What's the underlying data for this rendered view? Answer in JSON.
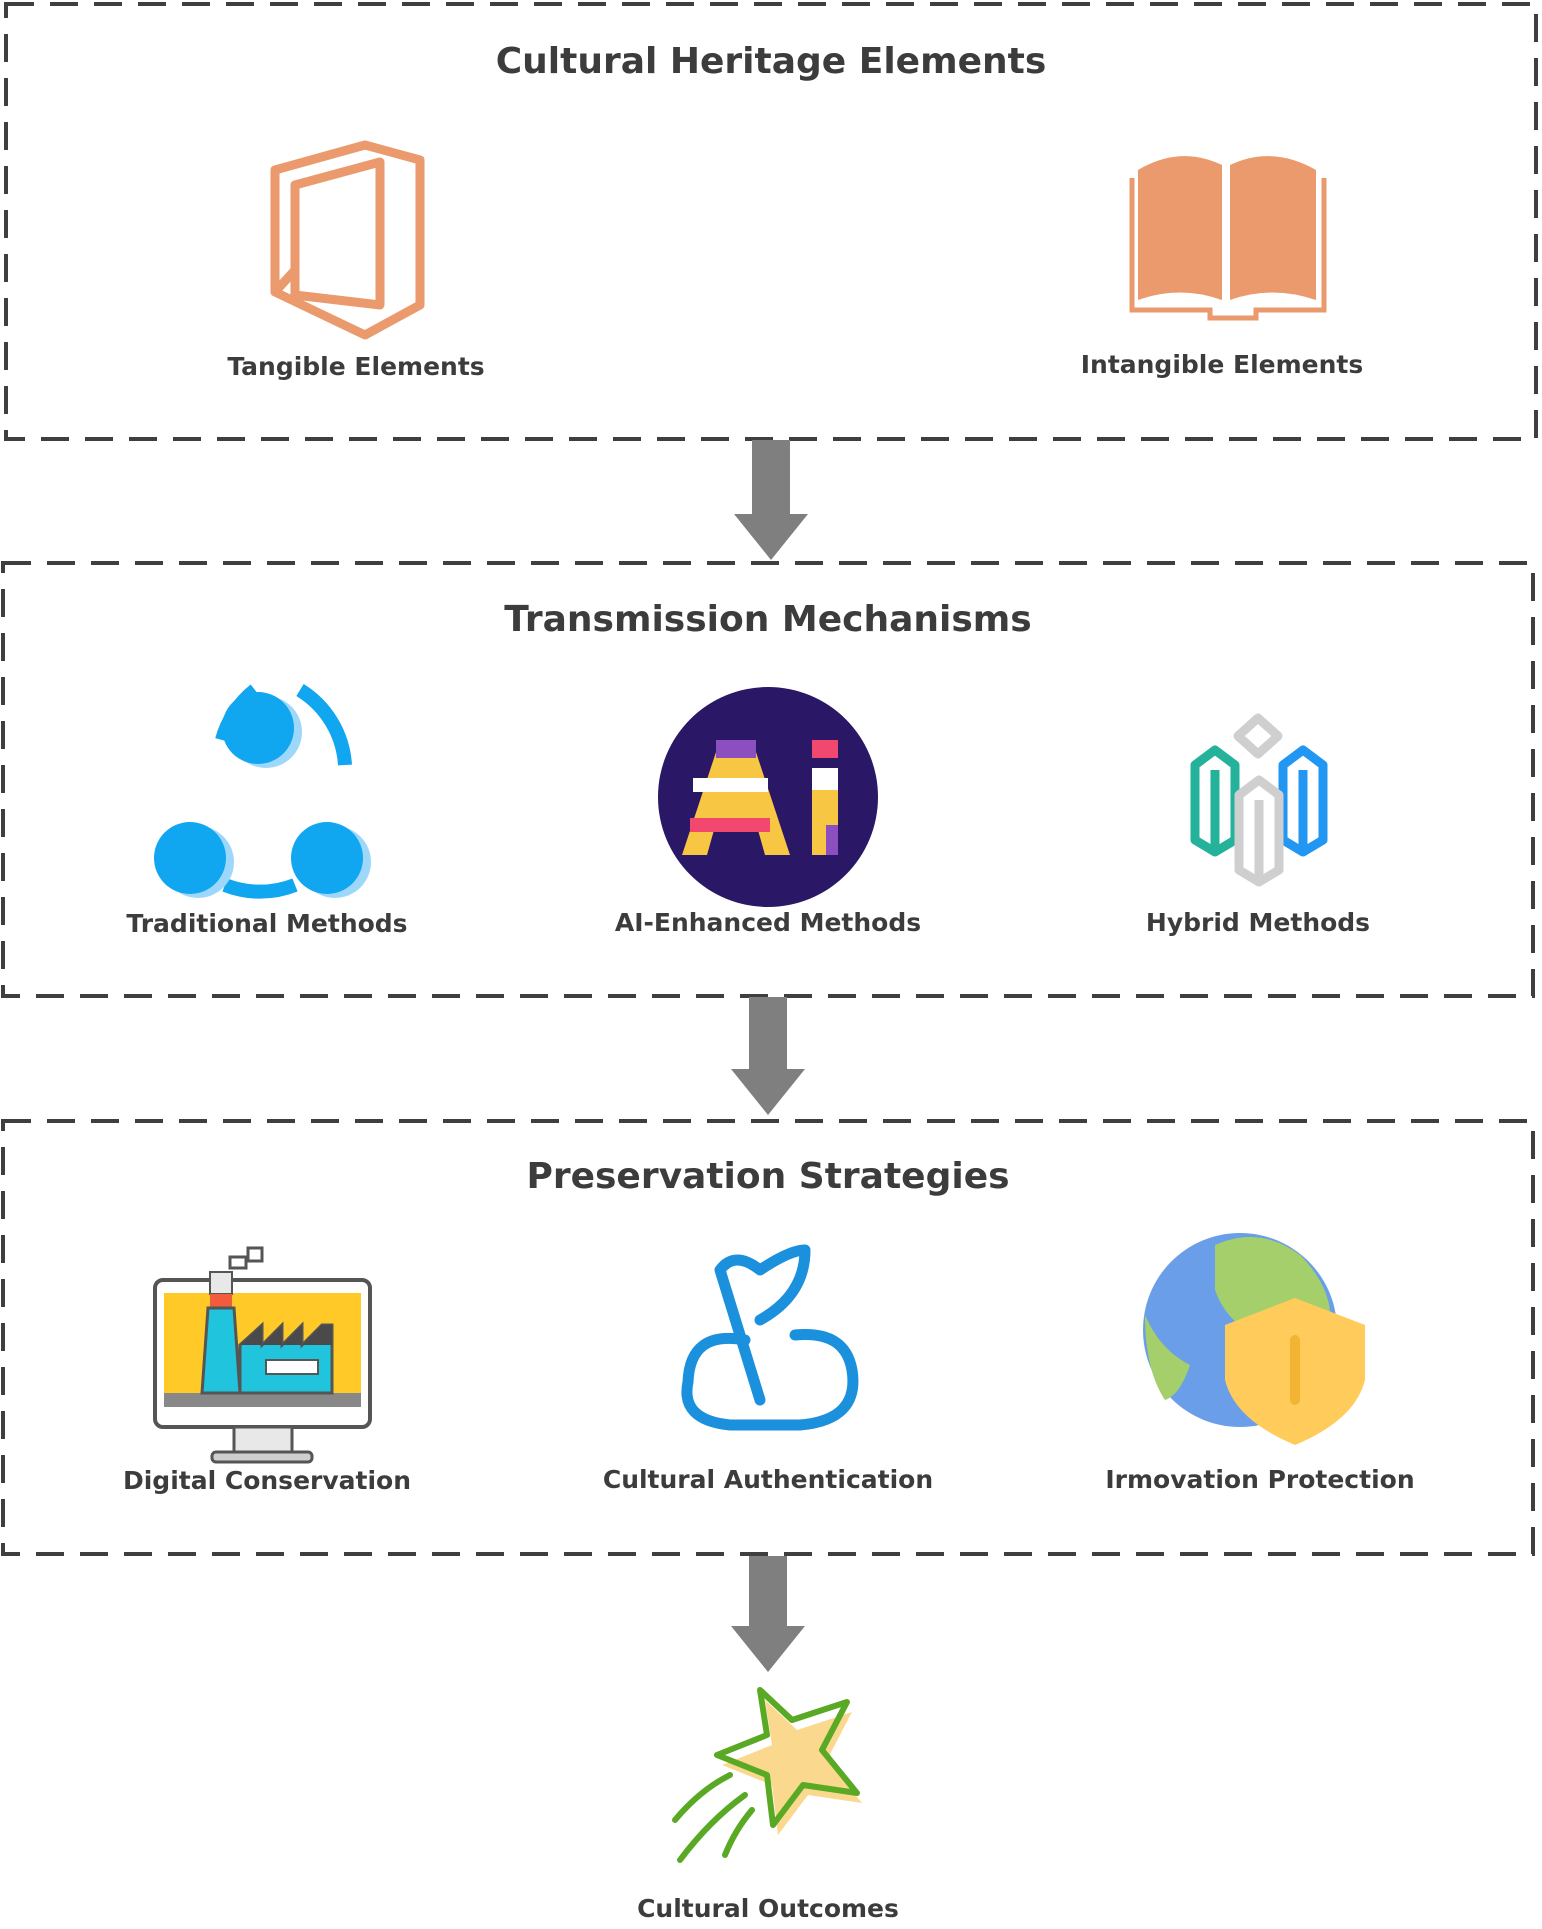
{
  "sections": [
    {
      "title": "Cultural Heritage Elements",
      "items": [
        {
          "label": "Tangible Elements",
          "icon": "door-frame-icon"
        },
        {
          "label": "Intangible Elements",
          "icon": "open-book-icon"
        }
      ]
    },
    {
      "title": "Transmission Mechanisms",
      "items": [
        {
          "label": "Traditional Methods",
          "icon": "network-cycle-icon"
        },
        {
          "label": "AI-Enhanced Methods",
          "icon": "ai-badge-icon"
        },
        {
          "label": "Hybrid Methods",
          "icon": "hybrid-cubes-icon"
        }
      ]
    },
    {
      "title": "Preservation Strategies",
      "items": [
        {
          "label": "Digital Conservation",
          "icon": "factory-monitor-icon"
        },
        {
          "label": "Cultural Authentication",
          "icon": "music-note-cloud-icon"
        },
        {
          "label": "Irmovation Protection",
          "icon": "globe-shield-icon"
        }
      ]
    }
  ],
  "outcome": {
    "label": "Cultural Outcomes",
    "icon": "shooting-star-icon"
  },
  "ai_badge_text": "Ai",
  "colors": {
    "border": "#3f3f3f",
    "arrow": "#7f7f7f",
    "text": "#3c3c3c",
    "orange": "#ea9a6c",
    "blue": "#11a6f0",
    "navy": "#2a1766",
    "teal": "#24b39a",
    "green": "#5aa924",
    "star": "#fad98f"
  }
}
